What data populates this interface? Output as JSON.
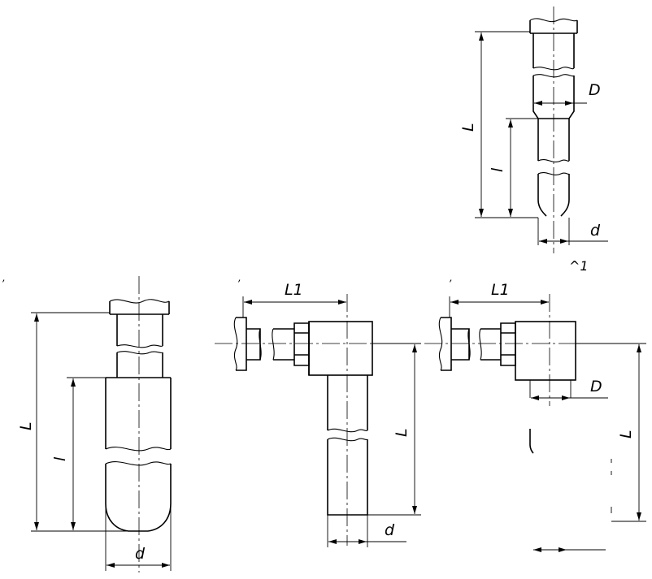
{
  "figure": {
    "labels": {
      "L": "L",
      "l": "l",
      "D": "D",
      "d": "d",
      "L1": "L1",
      "stray_mark": "^1"
    }
  }
}
